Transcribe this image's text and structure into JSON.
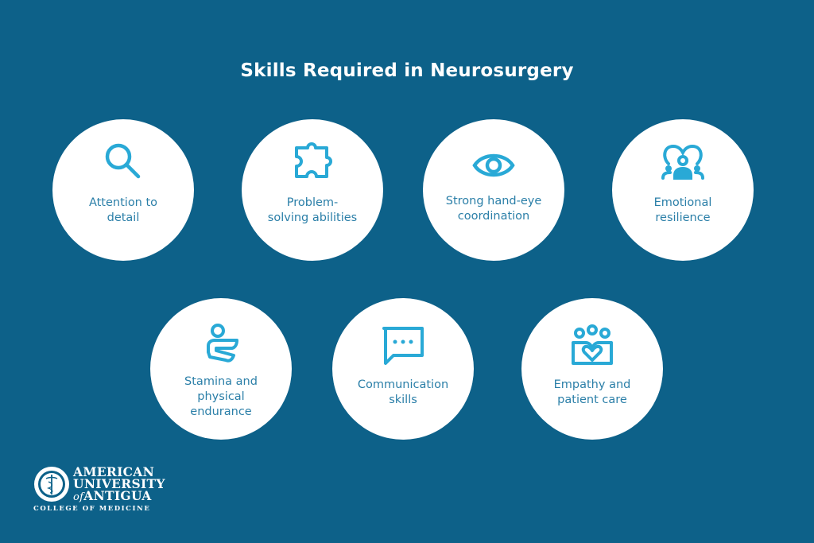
{
  "title": "Skills Required in Neurosurgery",
  "colors": {
    "background": "#0d6189",
    "circle": "#ffffff",
    "icon": "#29a9d6",
    "label_text": "#2b7fa8",
    "title_text": "#ffffff"
  },
  "skills": [
    {
      "label": "Attention to\ndetail",
      "icon": "magnifying-glass-icon"
    },
    {
      "label": "Problem-\nsolving abilities",
      "icon": "puzzle-piece-icon"
    },
    {
      "label": "Strong hand-eye\ncoordination",
      "icon": "eye-icon"
    },
    {
      "label": "Emotional\nresilience",
      "icon": "heart-group-icon"
    },
    {
      "label": "Stamina and\nphysical\nendurance",
      "icon": "person-stamina-icon"
    },
    {
      "label": "Communication\nskills",
      "icon": "speech-bubble-icon"
    },
    {
      "label": "Empathy and\npatient care",
      "icon": "people-heart-icon"
    }
  ],
  "logo": {
    "line1": "AMERICAN",
    "line2": "UNIVERSITY",
    "line3_prefix": "of",
    "line3": "ANTIGUA",
    "line4": "COLLEGE OF MEDICINE"
  }
}
